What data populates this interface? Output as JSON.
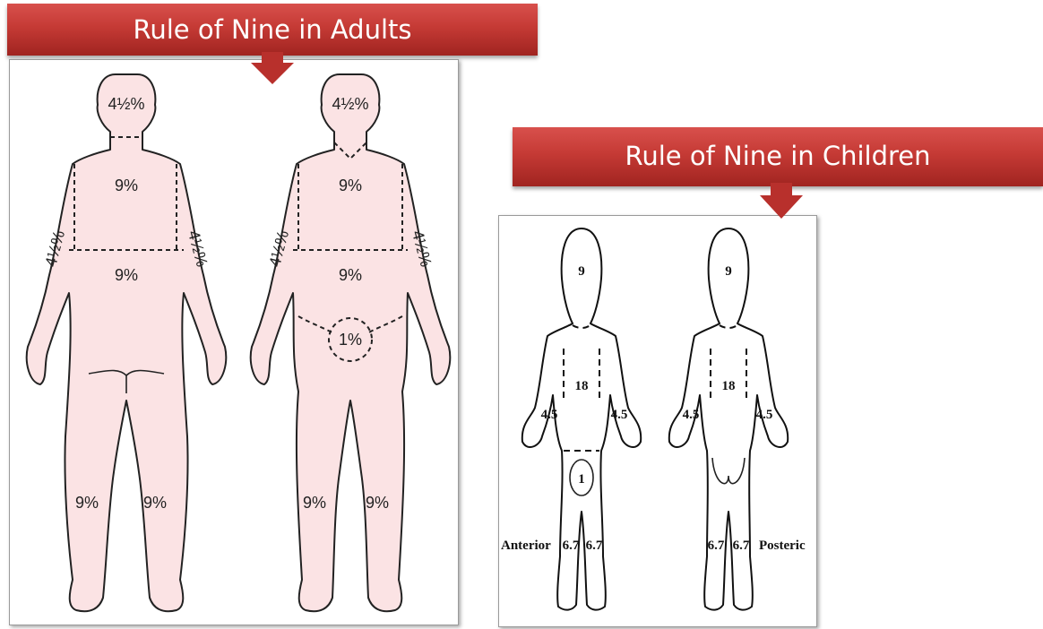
{
  "adults": {
    "title": "Rule of Nine in Adults",
    "back": {
      "head": "4½%",
      "upper_trunk": "9%",
      "lower_trunk": "9%",
      "left_arm": "4½%",
      "right_arm": "4½%",
      "left_leg": "9%",
      "right_leg": "9%"
    },
    "front": {
      "head": "4½%",
      "chest": "9%",
      "abdomen": "9%",
      "genitals": "1%",
      "left_arm": "4½%",
      "right_arm": "4½%",
      "left_leg": "9%",
      "right_leg": "9%"
    }
  },
  "children": {
    "title": "Rule of Nine in Children",
    "anterior": {
      "head": "9",
      "trunk": "18",
      "left_arm": "4.5",
      "right_arm": "4.5",
      "genitals": "1",
      "left_leg": "6.7",
      "right_leg": "6.7",
      "caption": "Anterior"
    },
    "posterior": {
      "head": "9",
      "trunk": "18",
      "left_arm": "4.5",
      "right_arm": "4.5",
      "left_leg": "6.7",
      "right_leg": "6.7",
      "caption": "Posteric"
    }
  },
  "colors": {
    "banner": "#c53a35",
    "body_fill": "#fbe3e4"
  }
}
